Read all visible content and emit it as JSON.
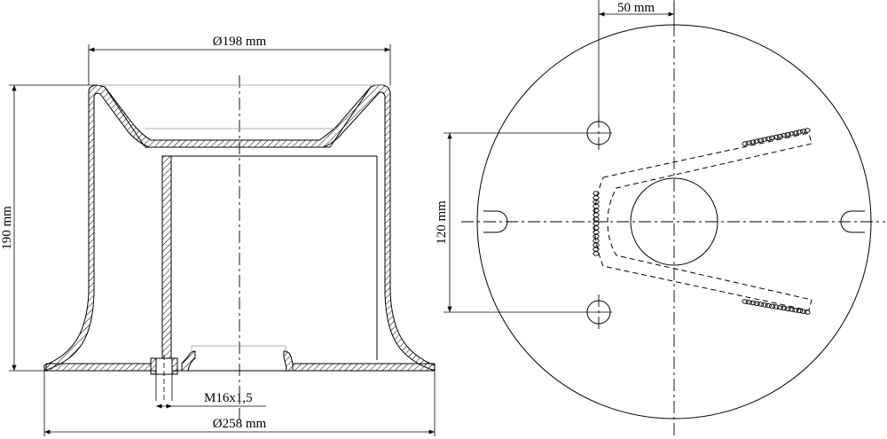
{
  "drawing": {
    "dim_top_diameter": "Ø198 mm",
    "dim_height": "190 mm",
    "dim_thread": "M16x1,5",
    "dim_base_diameter": "Ø258 mm",
    "dim_offset": "50 mm",
    "dim_hole_spacing": "120 mm"
  },
  "colors": {
    "line": "#000000",
    "background": "#ffffff",
    "construction": "#999999"
  }
}
